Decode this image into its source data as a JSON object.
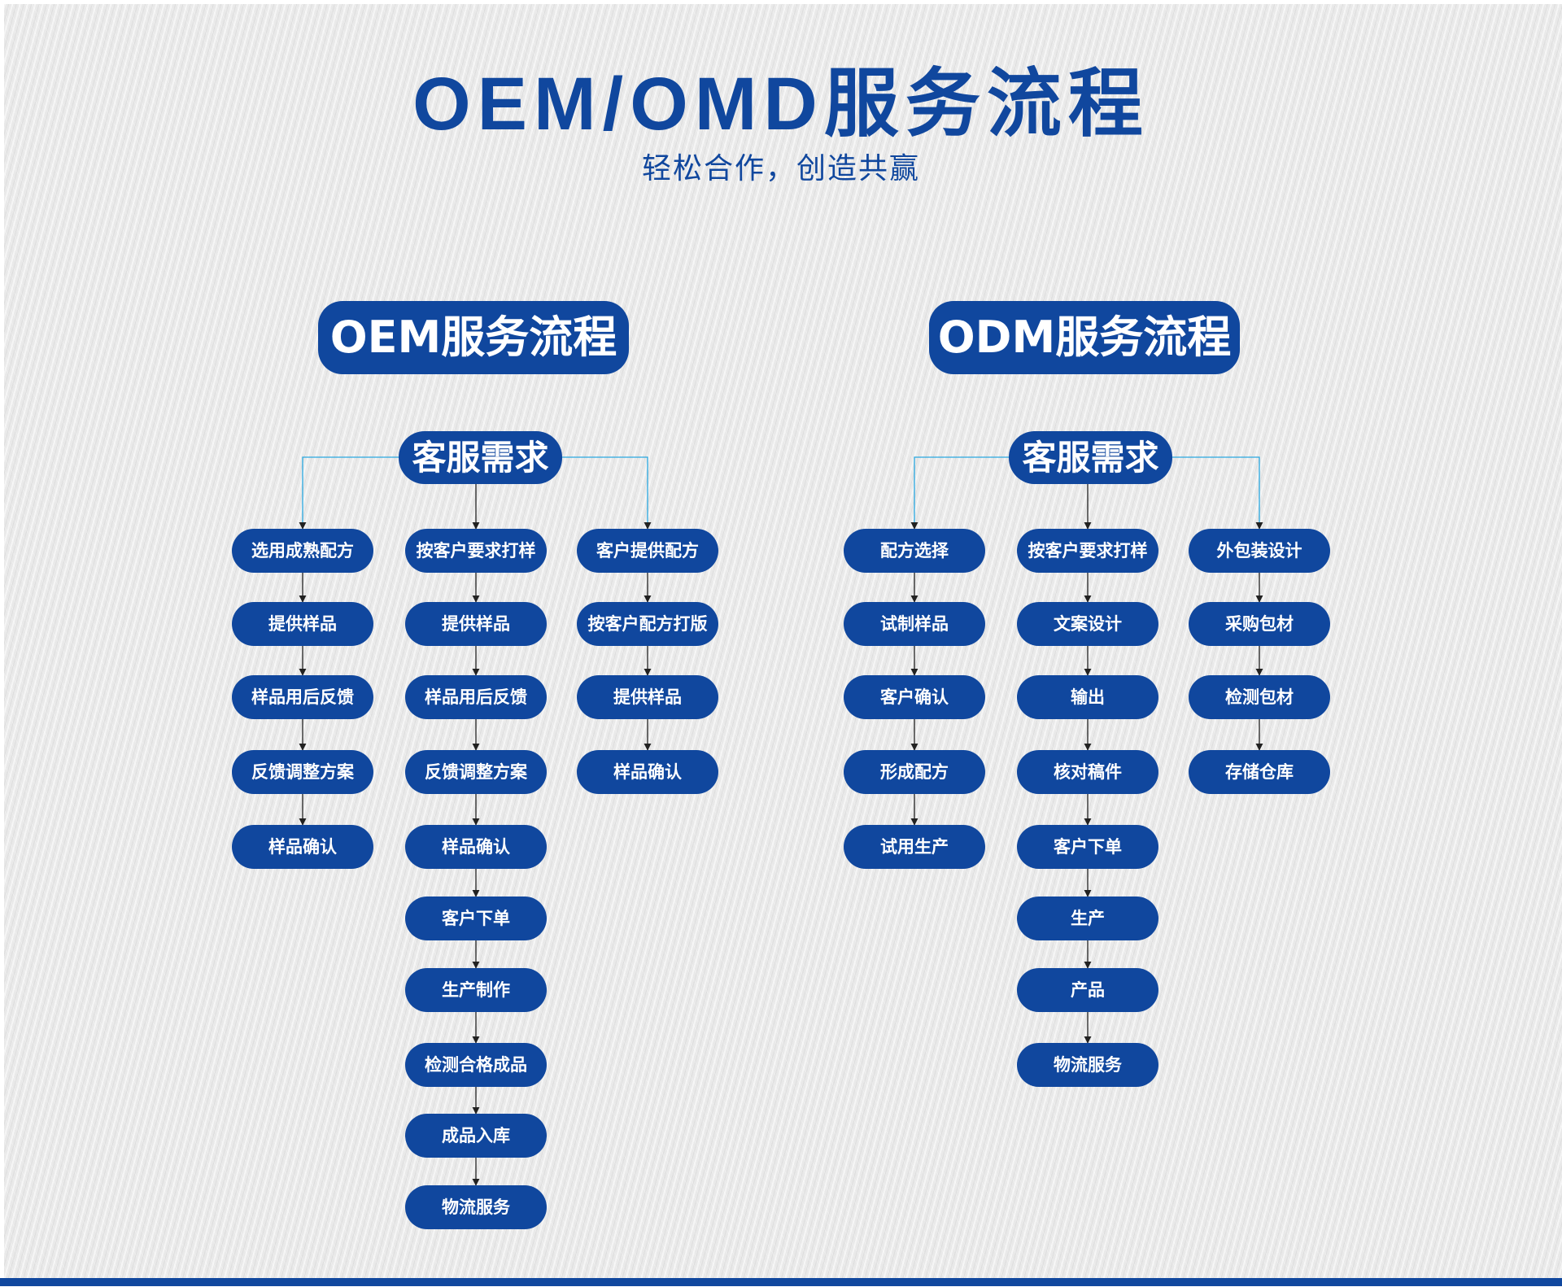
{
  "title": "OEM/OMD服务流程",
  "subtitle": "轻松合作，创造共赢",
  "colors": {
    "brand": "#10479e",
    "branch_line": "#2aa8e0",
    "step_line": "#222222"
  },
  "oem": {
    "header": "OEM服务流程",
    "root": "客服需求",
    "columns": [
      [
        "选用成熟配方",
        "提供样品",
        "样品用后反馈",
        "反馈调整方案",
        "样品确认"
      ],
      [
        "按客户要求打样",
        "提供样品",
        "样品用后反馈",
        "反馈调整方案",
        "样品确认",
        "客户下单",
        "生产制作",
        "检测合格成品",
        "成品入库",
        "物流服务"
      ],
      [
        "客户提供配方",
        "按客户配方打版",
        "提供样品",
        "样品确认"
      ]
    ]
  },
  "odm": {
    "header": "ODM服务流程",
    "root": "客服需求",
    "columns": [
      [
        "配方选择",
        "试制样品",
        "客户确认",
        "形成配方",
        "试用生产"
      ],
      [
        "按客户要求打样",
        "文案设计",
        "输出",
        "核对稿件",
        "客户下单",
        "生产",
        "产品",
        "物流服务"
      ],
      [
        "外包装设计",
        "采购包材",
        "检测包材",
        "存储仓库"
      ]
    ]
  }
}
